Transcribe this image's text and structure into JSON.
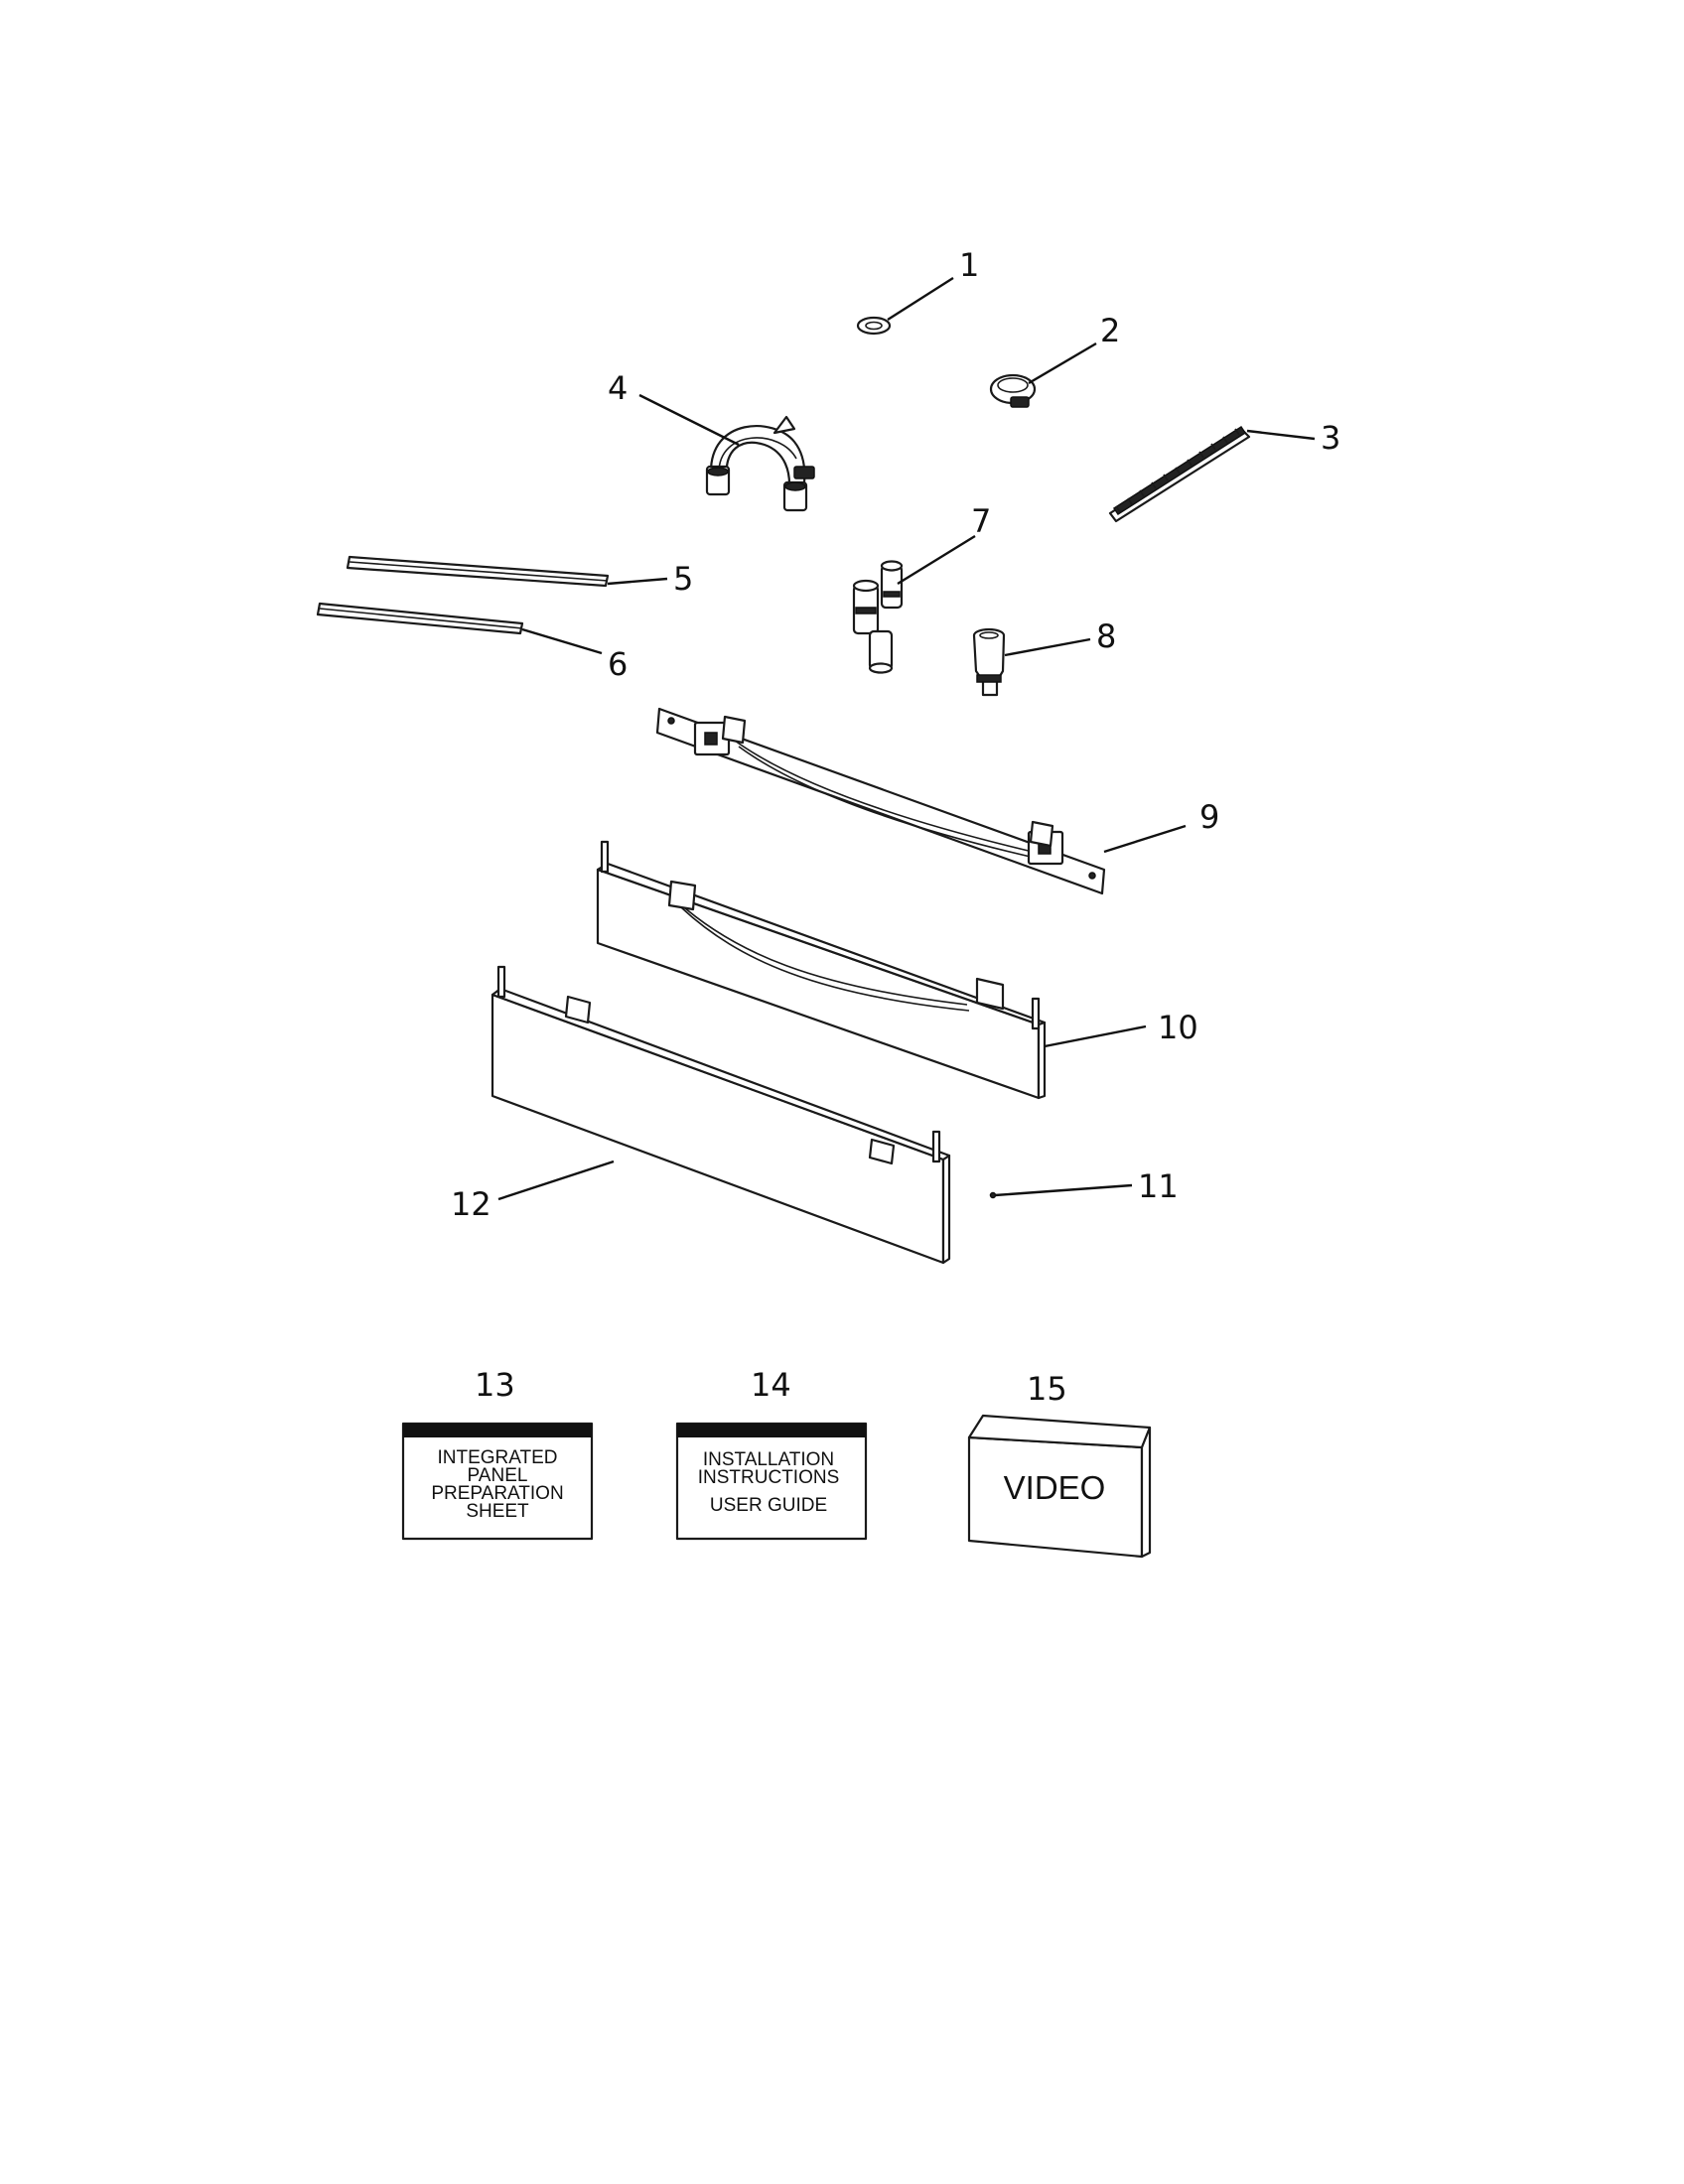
{
  "callouts": {
    "c1": "1",
    "c2": "2",
    "c3": "3",
    "c4": "4",
    "c5": "5",
    "c6": "6",
    "c7": "7",
    "c8": "8",
    "c9": "9",
    "c10": "10",
    "c11": "11",
    "c12": "12",
    "c13": "13",
    "c14": "14",
    "c15": "15"
  },
  "literature": {
    "panel_sheet": [
      "INTEGRATED",
      "PANEL",
      "PREPARATION",
      "SHEET"
    ],
    "install_guide": [
      "INSTALLATION",
      "INSTRUCTIONS",
      "USER GUIDE"
    ],
    "video": "VIDEO"
  },
  "colors": {
    "ink": "#111111",
    "paper": "#ffffff"
  }
}
